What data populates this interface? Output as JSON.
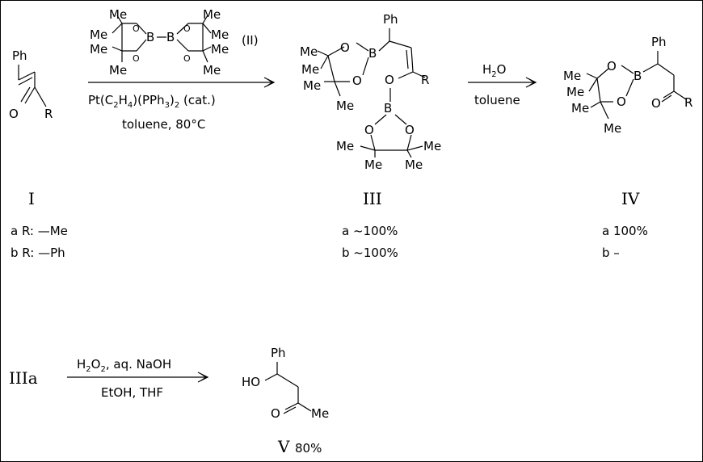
{
  "scheme": {
    "step1": {
      "reagent_label": "(II)",
      "catalyst_prefix": "Pt(C",
      "catalyst_sub1": "2",
      "catalyst_mid1": "H",
      "catalyst_sub2": "4",
      "catalyst_mid2": ")(PPh",
      "catalyst_sub3": "3",
      "catalyst_mid3": ")",
      "catalyst_sub4": "2",
      "catalyst_suffix": " (cat.)",
      "conditions": "toluene,  80°C"
    },
    "step2": {
      "water_prefix": "H",
      "water_sub": "2",
      "water_suffix": "O",
      "solvent": "toluene"
    },
    "step3": {
      "substrate": "IIIa",
      "reagent_prefix": "H",
      "reagent_sub1": "2",
      "reagent_mid": "O",
      "reagent_sub2": "2",
      "reagent_suffix": ", aq. NaOH",
      "solvent": "EtOH, THF"
    },
    "compounds": {
      "I": {
        "roman": "I",
        "rows": [
          "a R: —Me",
          "b R: —Ph"
        ]
      },
      "III": {
        "roman": "III",
        "rows": [
          "a ~100%",
          "b ~100%"
        ]
      },
      "IV": {
        "roman": "IV",
        "rows": [
          "a 100%",
          "b   –"
        ]
      },
      "V": {
        "roman": "V",
        "yield": "80%"
      }
    },
    "atoms": {
      "Ph": "Ph",
      "O": "O",
      "R": "R",
      "B": "B",
      "Me": "Me",
      "HO": "HO"
    }
  }
}
